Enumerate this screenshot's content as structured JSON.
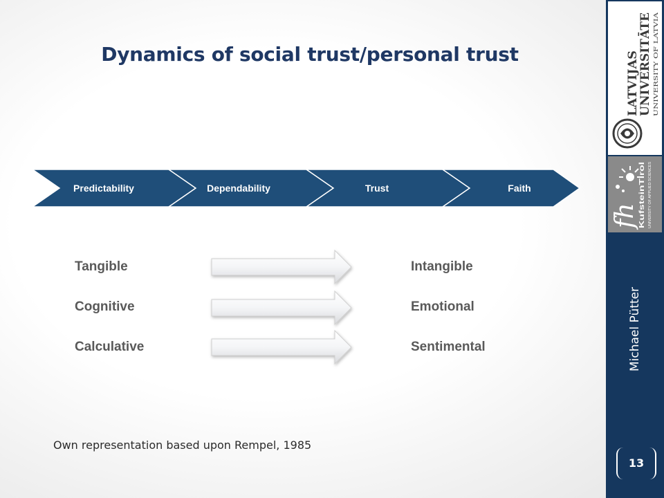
{
  "slide": {
    "title": "Dynamics of social trust/personal trust",
    "source": "Own representation based upon Rempel, 1985",
    "author": "Michael Pütter",
    "page_number": "13"
  },
  "process": {
    "steps": [
      "Predictability",
      "Dependability",
      "Trust",
      "Faith"
    ],
    "fill": "#1f4e79"
  },
  "transitions": [
    {
      "from": "Tangible",
      "to": "Intangible"
    },
    {
      "from": "Cognitive",
      "to": "Emotional"
    },
    {
      "from": "Calculative",
      "to": "Sentimental"
    }
  ],
  "logos": {
    "university": {
      "lines": [
        "LATVIJAS",
        "UNIVERSITĀTE",
        "UNIVERSITY OF LATVIA"
      ],
      "color": "#3a3a3a"
    },
    "fh": {
      "mark": "fh",
      "lines": [
        "KufsteinTirol",
        "UNIVERSITY OF APPLIED SCIENCES"
      ],
      "background": "#8a8a8a"
    }
  },
  "colors": {
    "title": "#1f3864",
    "sidebar": "#15375e",
    "label": "#595959"
  }
}
